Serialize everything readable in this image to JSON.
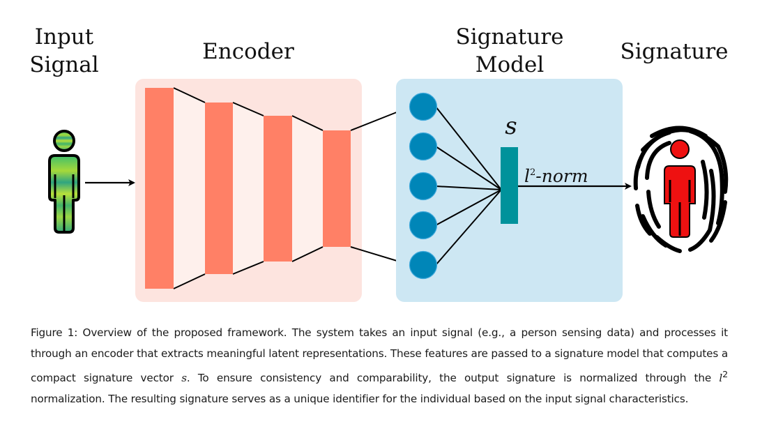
{
  "labels": {
    "input_signal_line1": "Input",
    "input_signal_line2": "Signal",
    "encoder": "Encoder",
    "signature_model_line1": "Signature",
    "signature_model_line2": "Model",
    "signature": "Signature",
    "signature_vector": "s",
    "norm_base": "l",
    "norm_sup": "2",
    "norm_suffix": "-norm"
  },
  "icons": {
    "input": "person-signal-icon",
    "output": "fingerprint-person-icon"
  },
  "colors": {
    "encoder_bg": "#fde4df",
    "encoder_bar": "#ff8066",
    "model_bg": "#cde7f3",
    "node": "#0086b8",
    "signature_bar": "#00929b",
    "output_person": "#ee1111",
    "input_person": "#6dc73a"
  },
  "encoder": {
    "layers": 4
  },
  "signature_model": {
    "nodes": 5
  },
  "caption": {
    "prefix": "Figure 1: Overview of the proposed framework. The system takes an input signal (e.g., a person sensing data) and processes it through an encoder that extracts meaningful latent representations. These features are passed to a signature model that computes a compact signature vector ",
    "var_s": "s",
    "middle": ". To ensure consistency and comparability, the output signature is normalized through the ",
    "var_l": "l",
    "sup": "2",
    "suffix": " normalization. The resulting signature serves as a unique identifier for the individual based on the input signal characteristics."
  }
}
